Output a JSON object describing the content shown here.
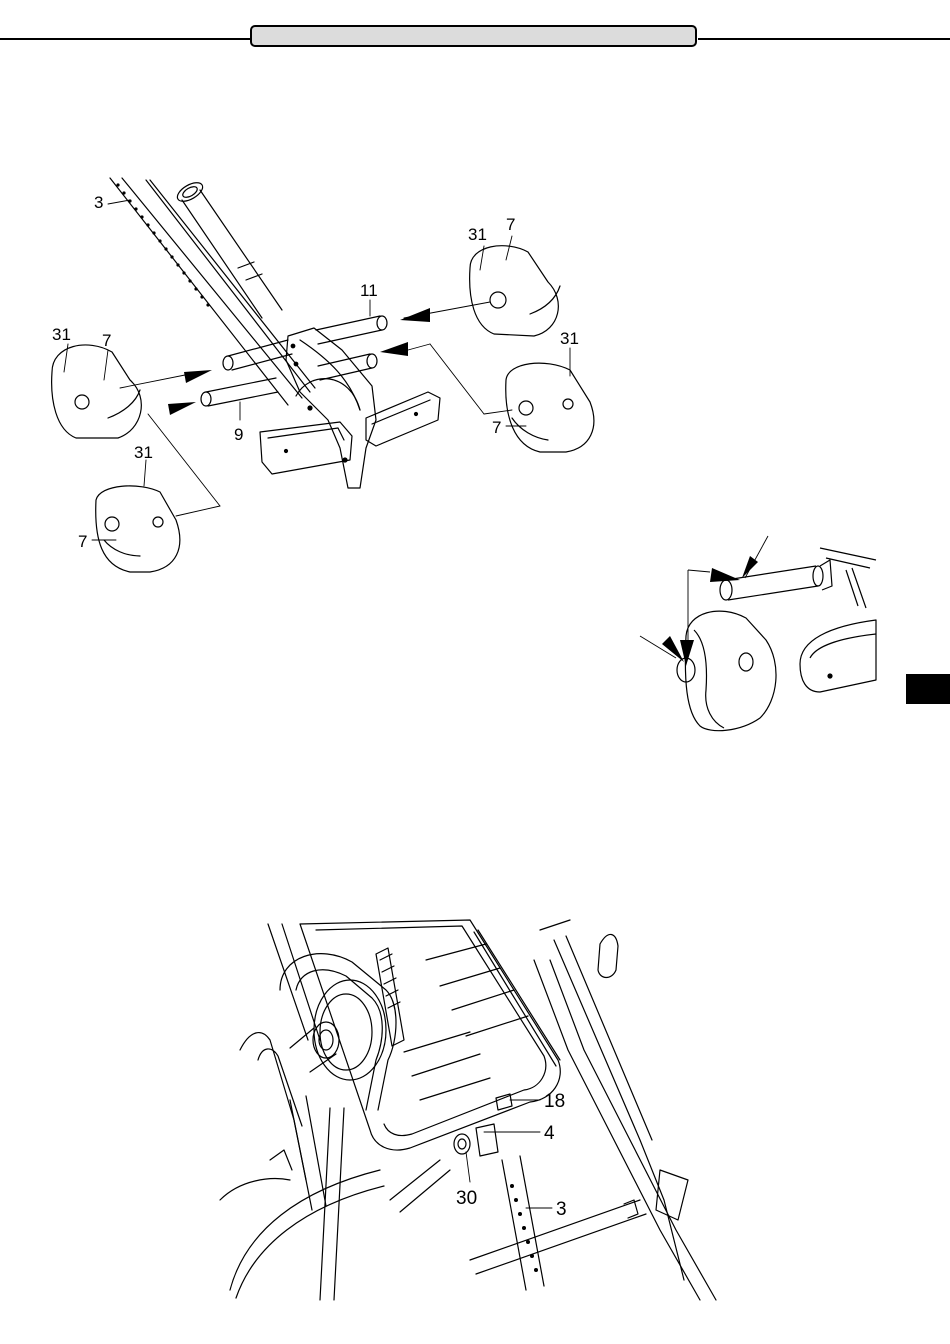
{
  "header": {
    "section_title": ""
  },
  "figure1": {
    "callouts": {
      "rail_3": "3",
      "cap_left_upper_31": "31",
      "cap_left_upper_7": "7",
      "cap_left_lower_31": "31",
      "cap_left_lower_7": "7",
      "cap_right_upper_31": "31",
      "cap_right_upper_7": "7",
      "cap_right_lower_31": "31",
      "cap_right_lower_7": "7",
      "tube_11": "11",
      "tube_9": "9"
    }
  },
  "figure3": {
    "callouts": {
      "part_18": "18",
      "part_4": "4",
      "part_30": "30",
      "part_3": "3"
    }
  },
  "colors": {
    "ink": "#000000",
    "paper": "#ffffff",
    "header_fill": "#dcdcdc",
    "tab": "#000000"
  }
}
